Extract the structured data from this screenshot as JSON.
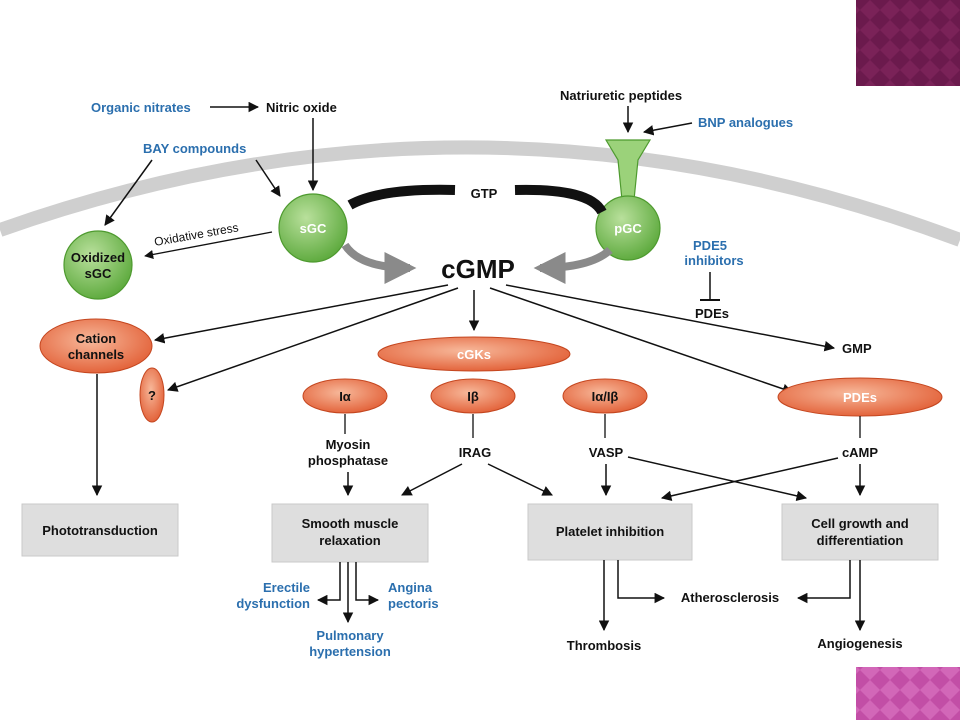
{
  "inputs": {
    "organic_nitrates": "Organic nitrates",
    "nitric_oxide": "Nitric oxide",
    "bay_compounds": "BAY compounds",
    "natriuretic_peptides": "Natriuretic peptides",
    "bnp_analogues": "BNP analogues",
    "oxidative_stress": "Oxidative stress"
  },
  "enzymes": {
    "sgc": "sGC",
    "pgc": "pGC",
    "oxidized_sgc_1": "Oxidized",
    "oxidized_sgc_2": "sGC",
    "gtp": "GTP",
    "cgmp": "cGMP"
  },
  "pde5": {
    "line1": "PDE5",
    "line2": "inhibitors",
    "pdes_label": "PDEs",
    "gmp": "GMP"
  },
  "effectors": {
    "cation_1": "Cation",
    "cation_2": "channels",
    "question": "?",
    "cgks": "cGKs",
    "ia": "Iα",
    "ib": "Iβ",
    "iaib": "Iα/Iβ",
    "pdes": "PDEs"
  },
  "mediators": {
    "myosin_1": "Myosin",
    "myosin_2": "phosphatase",
    "irag": "IRAG",
    "vasp": "VASP",
    "camp": "cAMP"
  },
  "outcomes": {
    "phototransduction": "Phototransduction",
    "smooth_1": "Smooth muscle",
    "smooth_2": "relaxation",
    "platelet": "Platelet inhibition",
    "cell_1": "Cell growth and",
    "cell_2": "differentiation"
  },
  "diseases": {
    "erectile_1": "Erectile",
    "erectile_2": "dysfunction",
    "angina_1": "Angina",
    "angina_2": "pectoris",
    "pulmonary_1": "Pulmonary",
    "pulmonary_2": "hypertension",
    "thrombosis": "Thrombosis",
    "atherosclerosis": "Atherosclerosis",
    "angiogenesis": "Angiogenesis"
  },
  "colors": {
    "green": "#6fb84a",
    "orange": "#e8643a",
    "box": "#dedede",
    "blue_text": "#2b6fae",
    "slide_accent": "#6b1a4d"
  }
}
